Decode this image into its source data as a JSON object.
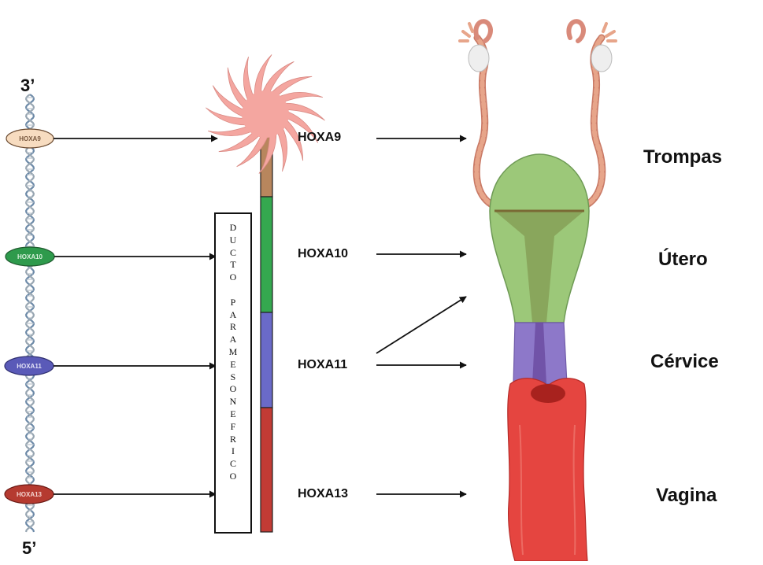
{
  "labels": {
    "prime_top": "3’",
    "prime_bottom": "5’",
    "duct_word1": "DUCTO",
    "duct_word2": "PARAMESONEFRICO"
  },
  "genes": [
    {
      "id": "hoxa9",
      "name": "HOXA9",
      "oval_fill": "#f7dcc0",
      "oval_text": "#7a5a40"
    },
    {
      "id": "hoxa10",
      "name": "HOXA10",
      "oval_fill": "#2e9a4c",
      "oval_text": "#d8f0dc"
    },
    {
      "id": "hoxa11",
      "name": "HOXA11",
      "oval_fill": "#5a5ab8",
      "oval_text": "#e2e2f6"
    },
    {
      "id": "hoxa13",
      "name": "HOXA13",
      "oval_fill": "#b53a30",
      "oval_text": "#f5d4d0"
    }
  ],
  "organs": {
    "trompas": "Trompas",
    "utero": "Útero",
    "cervice": "Cérvice",
    "vagina": "Vagina"
  },
  "colors": {
    "fimbria": "#f4a6a0",
    "tube": "#e7a58a",
    "ovary": "#eeeeee",
    "uterus": "#9cc879",
    "cervix": "#8d78c9",
    "vagina": "#e54540",
    "duct_brown": "#b8865d",
    "duct_green": "#35a84f",
    "duct_blue": "#6a6ac8",
    "duct_red": "#c23b35"
  }
}
